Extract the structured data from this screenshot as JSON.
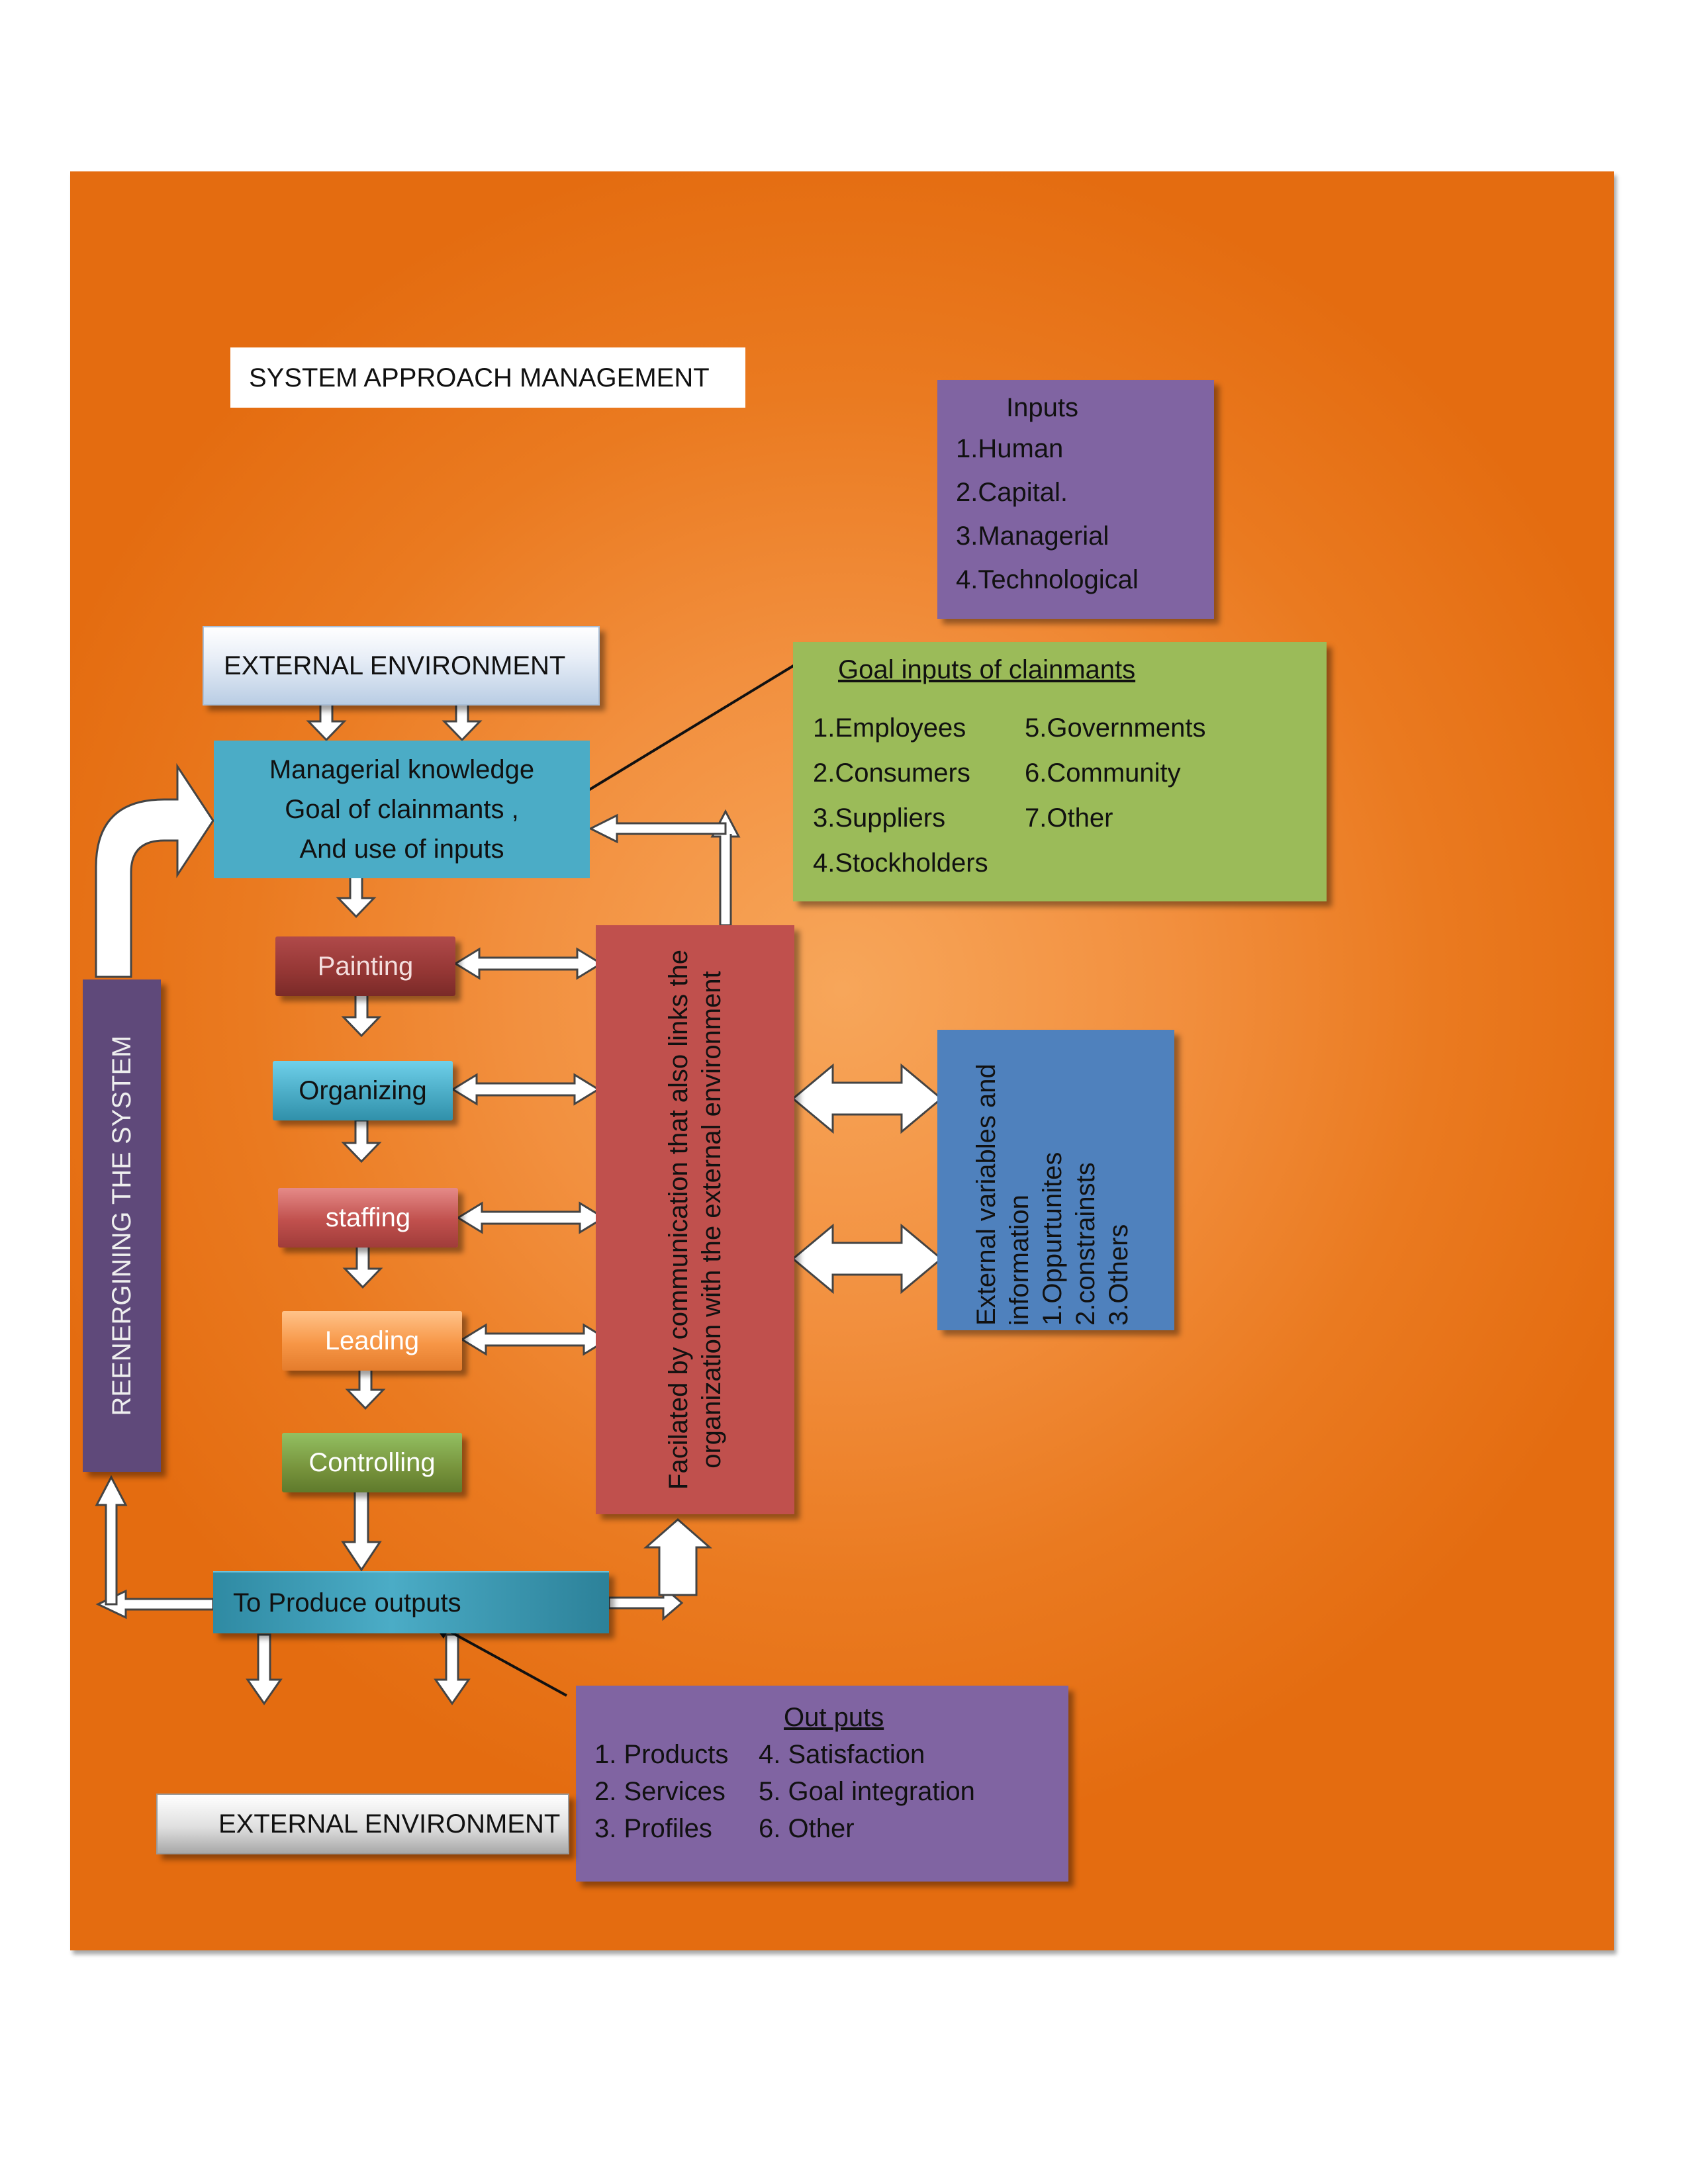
{
  "title": "SYSTEM APPROACH MANAGEMENT",
  "inputs": {
    "title": "Inputs",
    "items": [
      "1.Human",
      "2.Capital.",
      "3.Managerial",
      "4.Technological"
    ]
  },
  "external_environment_top": "EXTERNAL ENVIRONMENT",
  "goal_inputs": {
    "title": "Goal inputs of clainmants",
    "items": [
      "1.Employees",
      "5.Governments",
      "2.Consumers",
      "6.Community",
      "3.Suppliers",
      "7.Other",
      "4.Stockholders",
      ""
    ]
  },
  "managerial": {
    "lines": [
      "Managerial knowledge",
      "Goal of clainmants ,",
      "And use of inputs"
    ]
  },
  "steps": {
    "planning": "Painting",
    "organizing": "Organizing",
    "staffing": "staffing",
    "leading": "Leading",
    "controlling": "Controlling"
  },
  "communication": {
    "line1": "Facilated by communication that also links the",
    "line2": "organization with the external environment"
  },
  "external_variables": {
    "lines": [
      "External variables and",
      "information",
      "1.Oppurtunites",
      "2.constrainsts",
      "3.Others"
    ]
  },
  "reenergize": "REENERGINING THE SYSTEM",
  "produce": "To  Produce outputs",
  "outputs": {
    "title": "Out puts",
    "items": [
      "1.   Products",
      "4.   Satisfaction",
      "2.  Services",
      "5.  Goal integration",
      "3.  Profiles",
      "6.   Other"
    ]
  },
  "external_environment_bottom": "EXTERNAL ENVIRONMENT",
  "colors": {
    "background": "#e46c10",
    "purple": "#8064a2",
    "green": "#9bbb59",
    "teal": "#4bacc6",
    "red": "#c0504d",
    "blue": "#4f81bd",
    "dark_purple": "#5f497a"
  }
}
